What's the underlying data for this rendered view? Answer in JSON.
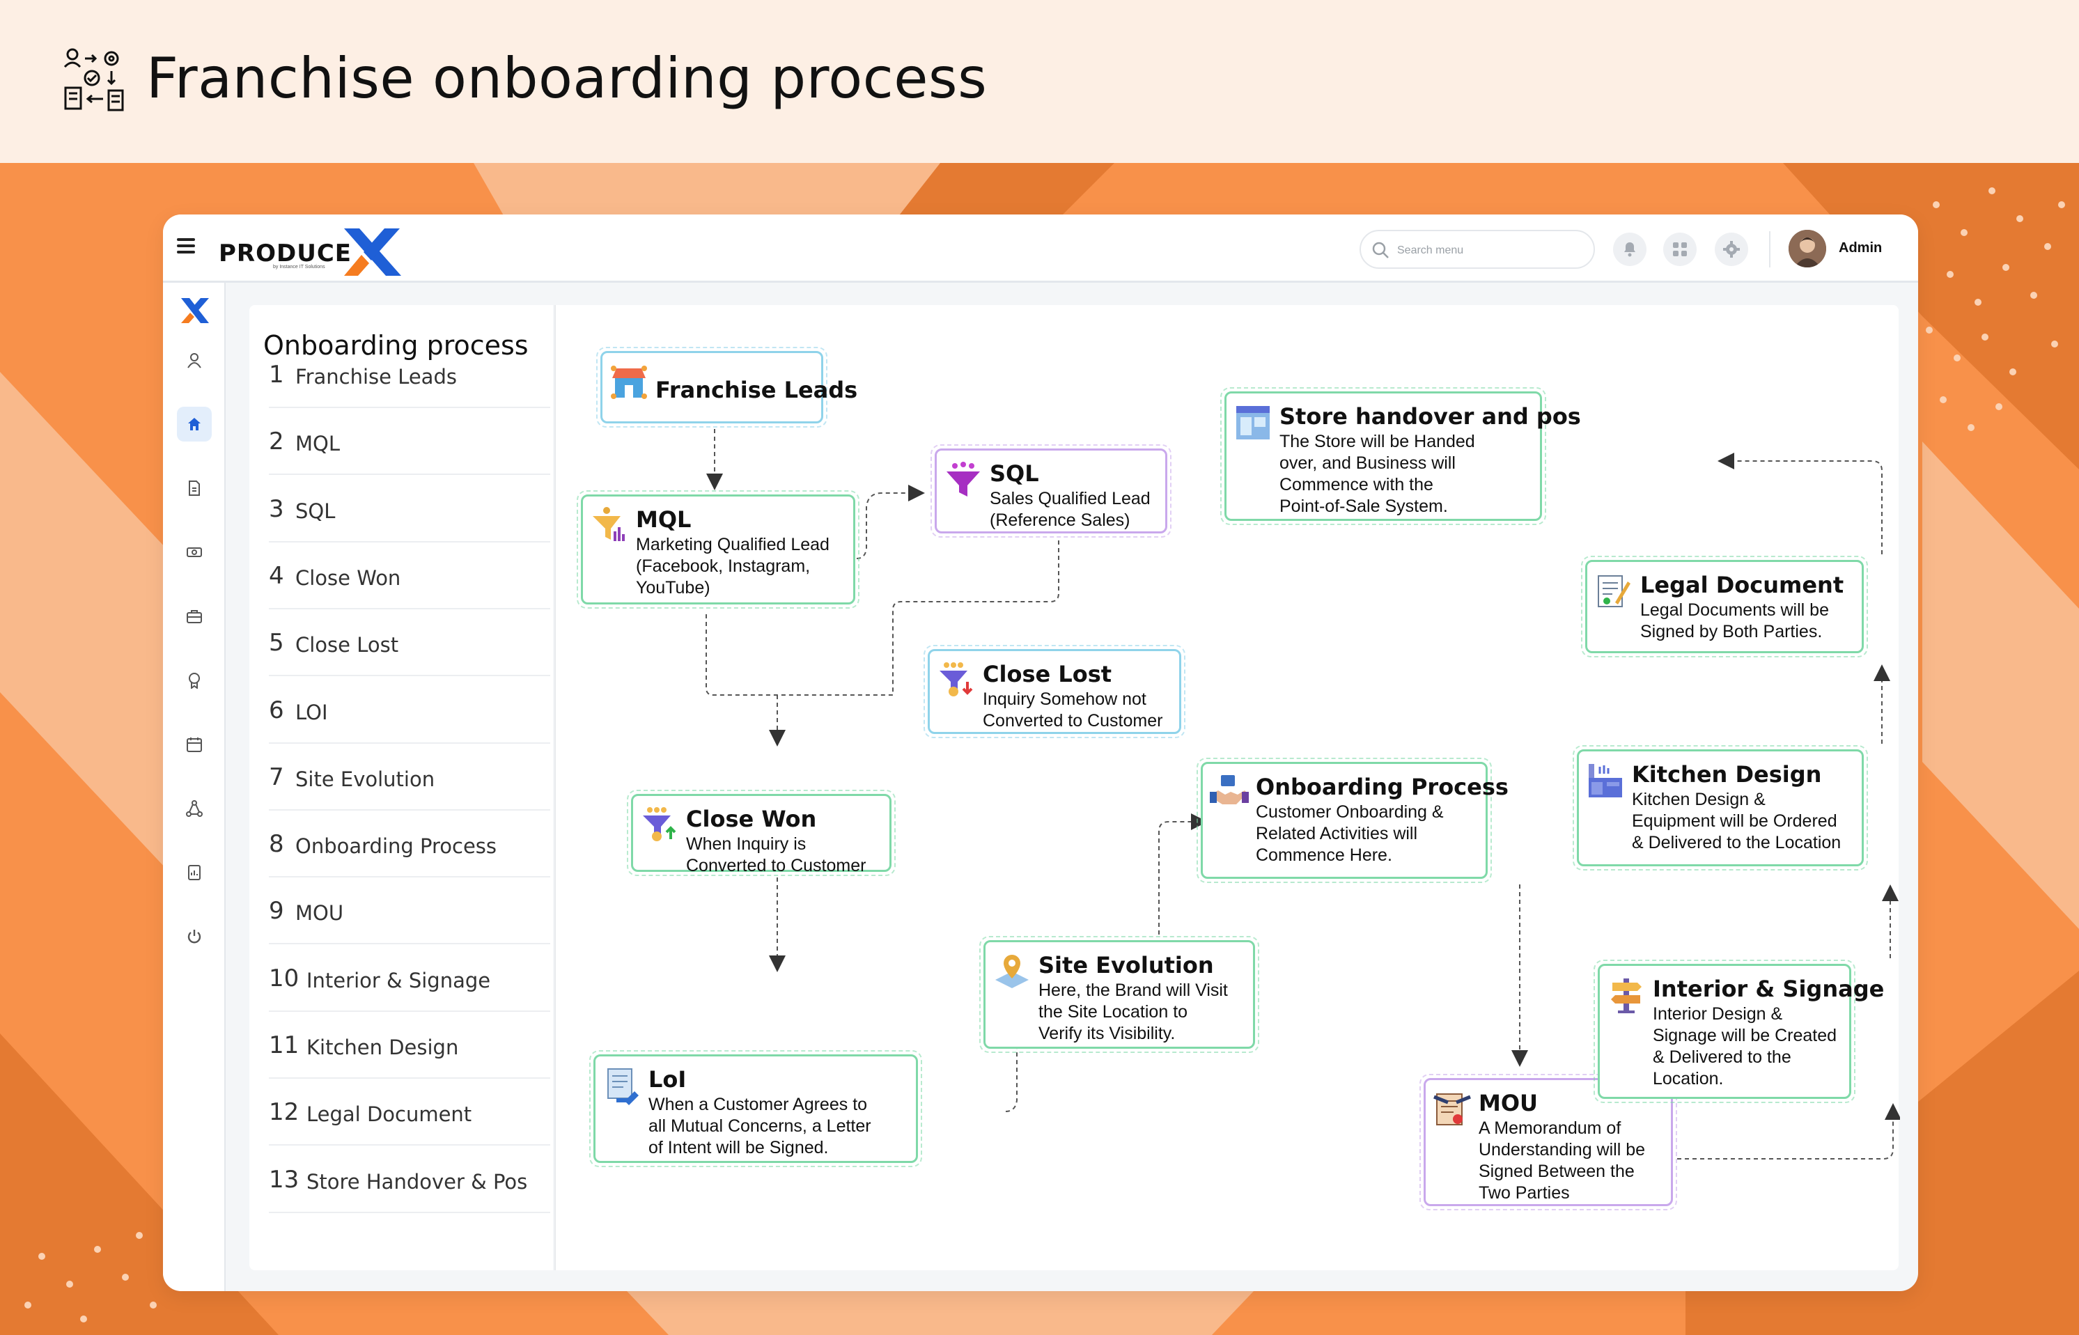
{
  "banner": {
    "title": "Franchise onboarding process",
    "icon": "process-flow-icon"
  },
  "app": {
    "brand": {
      "name": "PRODUCE",
      "tagline": "by Instance IT Solutions",
      "mark": "X"
    },
    "search": {
      "placeholder": "Search menu"
    },
    "topbar_icons": [
      "bell-icon",
      "apps-icon",
      "gear-icon"
    ],
    "user": {
      "name": "Admin"
    },
    "rail_icons": [
      "logo-x-icon",
      "user-icon",
      "home-icon",
      "document-icon",
      "cash-icon",
      "briefcase-icon",
      "badge-icon",
      "calendar-icon",
      "network-icon",
      "report-icon",
      "power-icon"
    ],
    "active_rail_icon": "home-icon"
  },
  "steps_panel": {
    "title": "Onboarding process",
    "items": [
      {
        "num": "1",
        "label": "Franchise Leads"
      },
      {
        "num": "2",
        "label": "MQL"
      },
      {
        "num": "3",
        "label": "SQL"
      },
      {
        "num": "4",
        "label": "Close Won"
      },
      {
        "num": "5",
        "label": "Close Lost"
      },
      {
        "num": "6",
        "label": "LOI"
      },
      {
        "num": "7",
        "label": "Site Evolution"
      },
      {
        "num": "8",
        "label": "Onboarding Process"
      },
      {
        "num": "9",
        "label": "MOU"
      },
      {
        "num": "10",
        "label": "Interior & Signage"
      },
      {
        "num": "11",
        "label": "Kitchen Design"
      },
      {
        "num": "12",
        "label": "Legal Document"
      },
      {
        "num": "13",
        "label": "Store Handover & Pos"
      }
    ]
  },
  "flow": {
    "nodes": {
      "franchise_leads": {
        "title": "Franchise Leads",
        "desc": "",
        "icon": "store-icon",
        "color": "blue"
      },
      "mql": {
        "title": "MQL",
        "desc": "Marketing Qualified Lead\n(Facebook, Instagram,\nYouTube)",
        "icon": "funnel-chart-icon",
        "color": "green"
      },
      "sql": {
        "title": "SQL",
        "desc": "Sales Qualified Lead\n(Reference Sales)",
        "icon": "funnel-icon",
        "color": "purple"
      },
      "close_lost": {
        "title": "Close Lost",
        "desc": "Inquiry Somehow not\nConverted to Customer",
        "icon": "funnel-down-icon",
        "color": "blue"
      },
      "close_won": {
        "title": "Close Won",
        "desc": "When Inquiry is\nConverted to Customer",
        "icon": "funnel-up-icon",
        "color": "green"
      },
      "loi": {
        "title": "LoI",
        "desc": "When a Customer Agrees to\nall Mutual Concerns, a Letter\nof Intent will be Signed.",
        "icon": "letter-sign-icon",
        "color": "green"
      },
      "site_evolution": {
        "title": "Site Evolution",
        "desc": "Here, the Brand will Visit\nthe Site Location to\nVerify its Visibility.",
        "icon": "map-pin-icon",
        "color": "green"
      },
      "onboarding_process": {
        "title": "Onboarding Process",
        "desc": "Customer Onboarding &\nRelated Activities will\nCommence Here.",
        "icon": "handshake-icon",
        "color": "green"
      },
      "mou": {
        "title": "MOU",
        "desc": "A Memorandum of\nUnderstanding will be\nSigned Between the\nTwo Parties",
        "icon": "contract-icon",
        "color": "purple"
      },
      "interior_signage": {
        "title": "Interior & Signage",
        "desc": "Interior Design &\nSignage will be Created\n& Delivered to the\nLocation.",
        "icon": "signpost-icon",
        "color": "green"
      },
      "kitchen_design": {
        "title": "Kitchen Design",
        "desc": "Kitchen Design &\nEquipment will be Ordered\n& Delivered to the Location",
        "icon": "kitchen-icon",
        "color": "green"
      },
      "legal_document": {
        "title": "Legal Document",
        "desc": "Legal Documents will be\nSigned by Both Parties.",
        "icon": "legal-doc-icon",
        "color": "green"
      },
      "store_handover": {
        "title": "Store handover and pos",
        "desc": "The Store will be Handed\nover, and Business will\nCommence with the\nPoint-of-Sale System.",
        "icon": "storefront-icon",
        "color": "green"
      }
    },
    "edges": [
      [
        "franchise_leads",
        "mql"
      ],
      [
        "mql",
        "sql"
      ],
      [
        "mql",
        "close_won"
      ],
      [
        "sql",
        "close_won"
      ],
      [
        "close_won",
        "loi"
      ],
      [
        "loi",
        "site_evolution"
      ],
      [
        "site_evolution",
        "onboarding_process"
      ],
      [
        "onboarding_process",
        "mou"
      ],
      [
        "mou",
        "interior_signage"
      ],
      [
        "interior_signage",
        "kitchen_design"
      ],
      [
        "kitchen_design",
        "legal_document"
      ],
      [
        "legal_document",
        "store_handover"
      ]
    ]
  },
  "colors": {
    "accent_orange": "#f8914a",
    "banner_bg": "#fdefe4",
    "node_green": "#7fd9a8",
    "node_blue": "#8fd3ea",
    "node_purple": "#c9a8ec",
    "brand_blue": "#1f5fd6"
  }
}
